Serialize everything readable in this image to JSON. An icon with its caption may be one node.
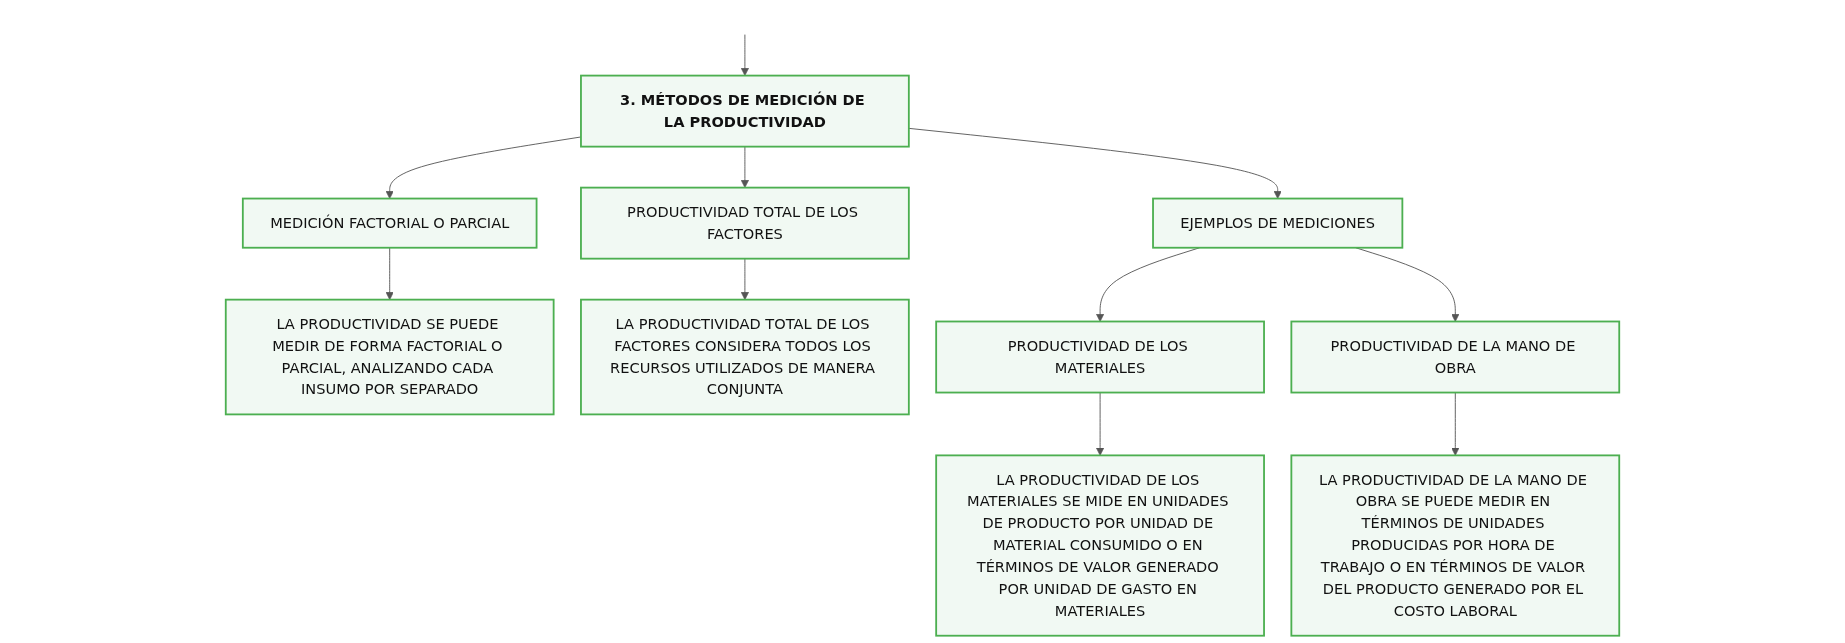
{
  "diagram": {
    "nodes": [
      {
        "text": [
          "3. MÉTODOS DE MEDICIÓN DE LA PRODUCTIVIDAD"
        ]
      },
      {
        "text": [
          "MEDICIÓN FACTORIAL O PARCIAL"
        ]
      },
      {
        "text": [
          "PRODUCTIVIDAD TOTAL DE LOS FACTORES"
        ]
      },
      {
        "text": [
          "EJEMPLOS DE MEDICIONES"
        ]
      },
      {
        "text": [
          "LA PRODUCTIVIDAD SE PUEDE MEDIR DE FORMA FACTORIAL O PARCIAL, ANALIZANDO CADA INSUMO POR SEPARADO"
        ]
      },
      {
        "text": [
          "LA PRODUCTIVIDAD TOTAL DE LOS FACTORES CONSIDERA TODOS LOS RECURSOS UTILIZADOS DE MANERA CONJUNTA"
        ]
      },
      {
        "text": [
          "PRODUCTIVIDAD DE LOS MATERIALES"
        ]
      },
      {
        "text": [
          "PRODUCTIVIDAD DE LA MANO DE OBRA"
        ]
      },
      {
        "text": [
          "LA PRODUCTIVIDAD DE LOS MATERIALES SE MIDE EN UNIDADES DE PRODUCTO POR UNIDAD DE MATERIAL CONSUMIDO O EN TÉRMINOS DE VALOR GENERADO POR UNIDAD DE GASTO EN MATERIALES"
        ]
      },
      {
        "text": [
          "LA PRODUCTIVIDAD DE LA MANO DE OBRA SE PUEDE MEDIR EN TÉRMINOS DE UNIDADES PRODUCIDAS POR HORA DE TRABAJO O EN TÉRMINOS DE VALOR DEL PRODUCTO GENERADO POR EL COSTO LABORAL"
        ]
      }
    ],
    "edges": [
      {
        "from": null,
        "to": 0,
        "arrow": "to"
      },
      {
        "from": 0,
        "to": 1,
        "arrow": "to"
      },
      {
        "from": 0,
        "to": 2,
        "arrow": "to"
      },
      {
        "from": 0,
        "to": 3,
        "arrow": "to"
      },
      {
        "from": 1,
        "to": 4,
        "arrow": "to"
      },
      {
        "from": 2,
        "to": 5,
        "arrow": "to"
      },
      {
        "from": 3,
        "to": 6,
        "arrow": "to"
      },
      {
        "from": 3,
        "to": 7,
        "arrow": "to"
      },
      {
        "from": 6,
        "to": 8,
        "arrow": "to"
      },
      {
        "from": 7,
        "to": 9,
        "arrow": "to"
      }
    ]
  }
}
